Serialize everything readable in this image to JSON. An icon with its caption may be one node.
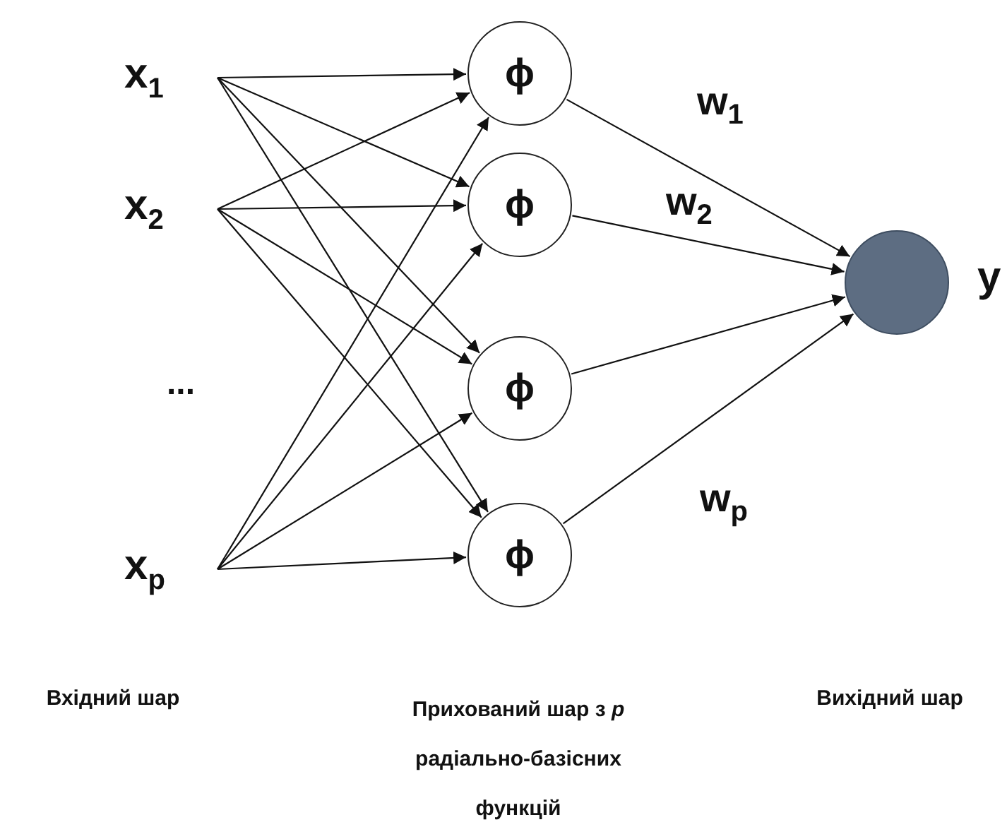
{
  "diagram": {
    "nodes": [
      {
        "text": [
          "x$_{1}$"
        ]
      },
      {
        "text": [
          "x$_{2}$"
        ]
      },
      {
        "text": [
          "x$_{p}$"
        ]
      },
      {
        "text": [
          "ϕ"
        ]
      },
      {
        "text": [
          "ϕ"
        ]
      },
      {
        "text": [
          "ϕ"
        ]
      },
      {
        "text": [
          "ϕ"
        ]
      },
      {
        "text": [],
        "shape": "circle",
        "beside": [
          "y"
        ]
      }
    ],
    "edges": [
      {
        "from": 0,
        "to": 3,
        "arrow": "to"
      },
      {
        "from": 0,
        "to": 4,
        "arrow": "to"
      },
      {
        "from": 0,
        "to": 5,
        "arrow": "to"
      },
      {
        "from": 0,
        "to": 6,
        "arrow": "to"
      },
      {
        "from": 1,
        "to": 3,
        "arrow": "to"
      },
      {
        "from": 1,
        "to": 4,
        "arrow": "to"
      },
      {
        "from": 1,
        "to": 5,
        "arrow": "to"
      },
      {
        "from": 1,
        "to": 6,
        "arrow": "to"
      },
      {
        "from": 2,
        "to": 3,
        "arrow": "to"
      },
      {
        "from": 2,
        "to": 4,
        "arrow": "to"
      },
      {
        "from": 2,
        "to": 5,
        "arrow": "to"
      },
      {
        "from": 2,
        "to": 6,
        "arrow": "to"
      },
      {
        "from": 3,
        "to": 7,
        "arrow": "to",
        "label": "w$_{1}$"
      },
      {
        "from": 4,
        "to": 7,
        "arrow": "to",
        "label": "w$_{2}$"
      },
      {
        "from": 5,
        "to": 7,
        "arrow": "to"
      },
      {
        "from": 6,
        "to": 7,
        "arrow": "to",
        "label": "w$_{p}$"
      }
    ],
    "labels": [
      "...",
      "Вхідний шар",
      "Прихований шар з *p* радіально-базісних функцій",
      "Вихідний шар"
    ]
  }
}
